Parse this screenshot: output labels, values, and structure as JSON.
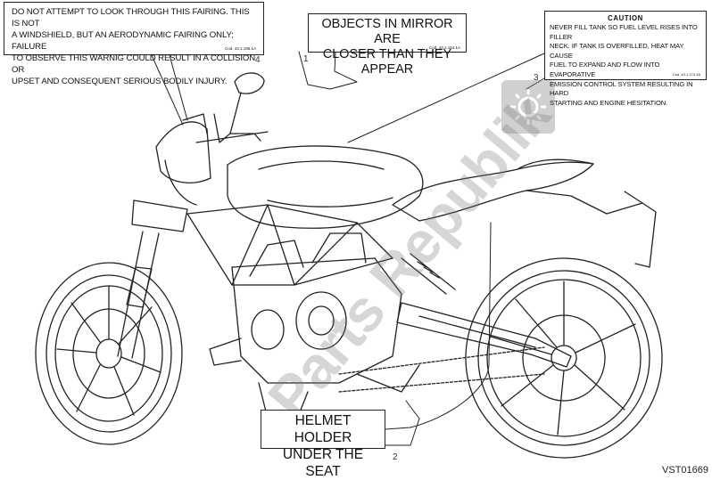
{
  "labels": {
    "label_4": {
      "lines": [
        "DO NOT ATTEMPT TO LOOK THROUGH THIS FAIRING. THIS IS NOT",
        "A WINDSHIELD, BUT AN AERODYNAMIC FAIRING ONLY; FAILURE",
        "TO OBSERVE THIS WARNIG COULD RESULT IN A COLLISION OR",
        "UPSET AND CONSEQUENT SERIOUS BODILY INJURY."
      ],
      "code": "Cod. 43.1.195.1A",
      "callout": "4"
    },
    "label_1": {
      "lines": [
        "OBJECTS IN MIRROR ARE",
        "CLOSER THAN THEY APPEAR"
      ],
      "code": "Cod. 43.1.164.1A",
      "callout": "1"
    },
    "label_3": {
      "title": "CAUTION",
      "lines": [
        "NEVER FILL TANK SO FUEL LEVEL RISES INTO FILLER",
        "NECK. IF TANK IS OVERFILLED, HEAT MAY CAUSE",
        "FUEL TO EXPAND AND FLOW INTO EVAPORATIVE",
        "EMISSION CONTROL SYSTEM RESULTING IN HARD",
        "STARTING AND ENGINE HESITATION."
      ],
      "code": "Cod. 43.1.174.1A",
      "callout": "3"
    },
    "label_2": {
      "lines": [
        "HELMET HOLDER",
        "UNDER THE SEAT"
      ],
      "callout": "2"
    }
  },
  "reference": "VST01669",
  "watermark": "Parts Republik",
  "watermark_icon": "gear-icon"
}
